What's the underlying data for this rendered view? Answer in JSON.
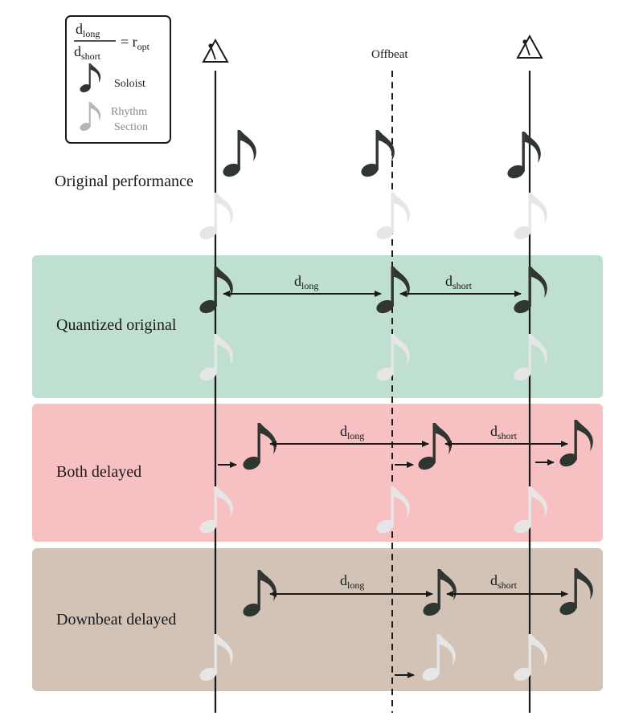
{
  "legend": {
    "ratio_numerator": "d",
    "ratio_numerator_sub": "long",
    "ratio_denominator": "d",
    "ratio_denominator_sub": "short",
    "ratio_equals": "= r",
    "ratio_equals_sub": "opt",
    "soloist_label": "Soloist",
    "rhythm_label_line1": "Rhythm",
    "rhythm_label_line2": "Section"
  },
  "offbeat_label": "Offbeat",
  "rows": [
    {
      "label": "Original performance",
      "bg": "#ffffff"
    },
    {
      "label": "Quantized original",
      "bg": "#bfdfd1"
    },
    {
      "label": "Both delayed",
      "bg": "#f7c1c3"
    },
    {
      "label": "Downbeat delayed",
      "bg": "#d3c3b6"
    }
  ],
  "interval_labels": {
    "long_base": "d",
    "long_sub": "long",
    "short_base": "d",
    "short_sub": "short"
  },
  "colors": {
    "soloist": "#2f3530",
    "rhythm": "#e6e6e6",
    "legend_rhythm": "#b5b5b5",
    "quantized_bg": "#bfdfd1",
    "both_delayed_bg": "#f7c1c3",
    "downbeat_delayed_bg": "#d3c3b6"
  },
  "icons": [
    "metronome-icon",
    "eighth-note-icon",
    "arrow-icon"
  ]
}
